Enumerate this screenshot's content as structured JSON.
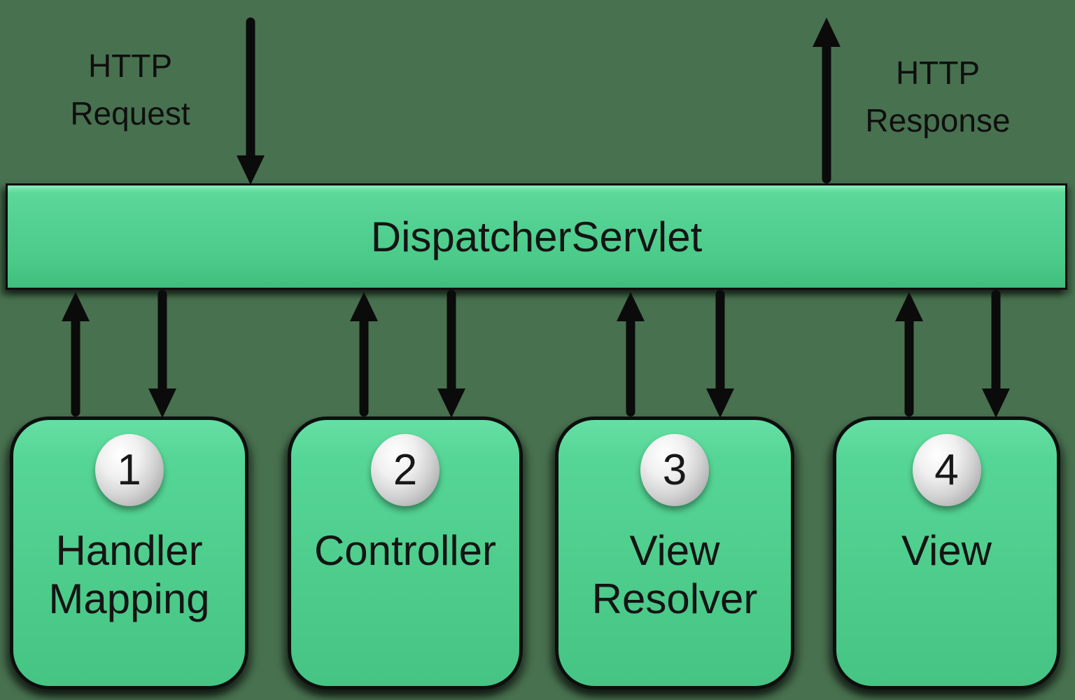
{
  "flow": {
    "request_label": "HTTP Request",
    "response_label": "HTTP Response",
    "dispatcher_label": "DispatcherServlet",
    "components": [
      {
        "number": "1",
        "label": "Handler Mapping"
      },
      {
        "number": "2",
        "label": "Controller"
      },
      {
        "number": "3",
        "label": "View Resolver"
      },
      {
        "number": "4",
        "label": "View"
      }
    ],
    "colors": {
      "background": "#48714F",
      "node_green": "#4ECD8D",
      "node_green_highlight": "#8CEEBB",
      "node_green_dark": "#3FBD7C",
      "outline_black": "#0C0C0C",
      "badge_silver": "#D2D2D2",
      "text_dark": "#141414"
    }
  }
}
